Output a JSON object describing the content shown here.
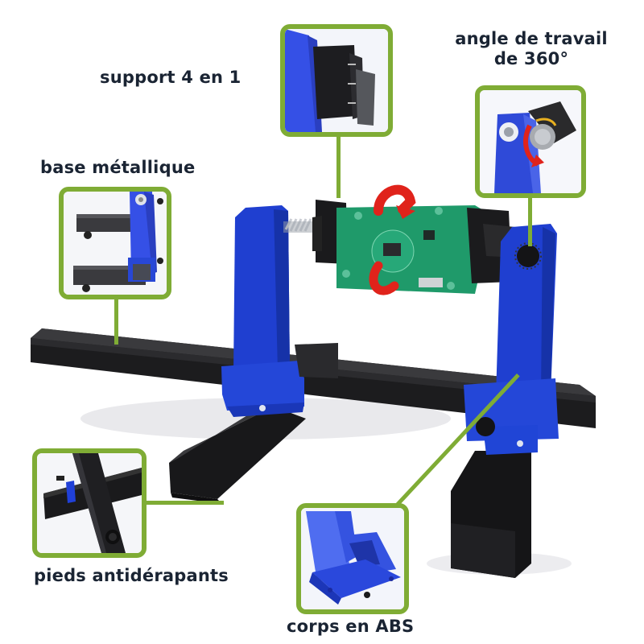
{
  "image": {
    "description": "Product feature infographic of a rotating PCB holder / soldering stand",
    "accent_color": "#7fac35",
    "text_color": "#1a2433",
    "product_colors": {
      "frame_blue": "#1f3fd0",
      "base_black": "#1a1a1c",
      "pcb_green": "#1f9a6a",
      "arrow_red": "#e0231b"
    }
  },
  "callouts": [
    {
      "id": "support",
      "label": "support 4 en 1",
      "inset_subject": "clamp-jaw-closeup"
    },
    {
      "id": "angle",
      "label_line1": "angle de travail",
      "label_line2": "de 360°",
      "inset_subject": "rotation-knob-closeup"
    },
    {
      "id": "base",
      "label": "base métallique",
      "inset_subject": "metal-base-closeup"
    },
    {
      "id": "feet",
      "label": "pieds antidérapants",
      "inset_subject": "non-slip-feet-closeup"
    },
    {
      "id": "body",
      "label": "corps en ABS",
      "inset_subject": "abs-body-closeup"
    }
  ]
}
